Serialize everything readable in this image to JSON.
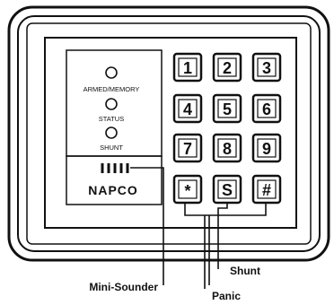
{
  "keypad": {
    "brand": "NAPCO",
    "indicators": [
      {
        "label": "ARMED/MEMORY"
      },
      {
        "label": "STATUS"
      },
      {
        "label": "SHUNT"
      }
    ],
    "keys": [
      [
        "1",
        "2",
        "3"
      ],
      [
        "4",
        "5",
        "6"
      ],
      [
        "7",
        "8",
        "9"
      ],
      [
        "*",
        "S",
        "#"
      ]
    ]
  },
  "callouts": {
    "mini_sounder": "Mini-Sounder",
    "panic": "Panic",
    "shunt": "Shunt"
  }
}
